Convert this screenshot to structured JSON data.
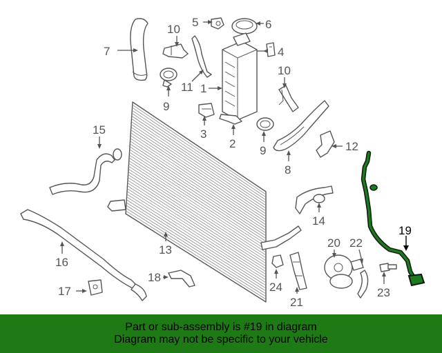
{
  "callouts": {
    "c1": "1",
    "c2": "2",
    "c3": "3",
    "c4": "4",
    "c5": "5",
    "c6": "6",
    "c7": "7",
    "c8": "8",
    "c9a": "9",
    "c9b": "9",
    "c10a": "10",
    "c10b": "10",
    "c11": "11",
    "c12": "12",
    "c13": "13",
    "c14": "14",
    "c15": "15",
    "c16": "16",
    "c17": "17",
    "c18": "18",
    "c19": "19",
    "c20": "20",
    "c21": "21",
    "c22": "22",
    "c23": "23",
    "c24": "24"
  },
  "highlighted_part": "19",
  "highlight_color": "#1e7a1e",
  "banner": {
    "line1": "Part or sub-assembly is #19 in diagram",
    "line2": "Diagram may not be specific to your vehicle",
    "background": "#1e7a14"
  }
}
